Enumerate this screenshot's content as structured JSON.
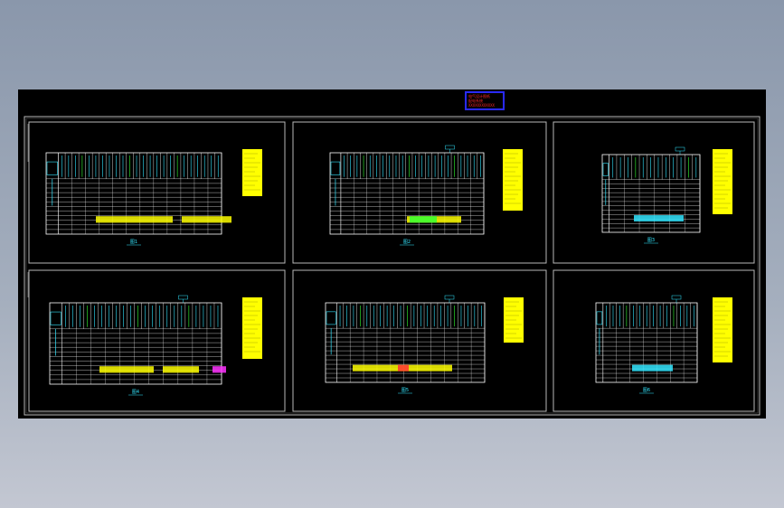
{
  "viewport": {
    "background_top": "#8a97ab",
    "background_bottom": "#c3c7d2",
    "canvas_background": "#000000"
  },
  "title_stamp": {
    "lines": [
      "电气设计图纸",
      "配电系统",
      "XXXXXXXXXXXX"
    ],
    "text_color": "#ff2a2a",
    "border_color": "#2a2aff"
  },
  "colors": {
    "frame": "#b8b8b8",
    "grid": "#ffffff",
    "cyan": "#33e6ff",
    "green": "#33ff33",
    "yellow": "#ffff00",
    "red": "#ff3333",
    "magenta": "#ff33ff"
  },
  "sheets": [
    {
      "id": "sheet-1",
      "columns": 24,
      "caption": "图1"
    },
    {
      "id": "sheet-2",
      "columns": 22,
      "caption": "图2"
    },
    {
      "id": "sheet-3",
      "columns": 12,
      "caption": "图3"
    },
    {
      "id": "sheet-4",
      "columns": 22,
      "caption": "图4"
    },
    {
      "id": "sheet-5",
      "columns": 22,
      "caption": "图5"
    },
    {
      "id": "sheet-6",
      "columns": 14,
      "caption": "图6"
    }
  ]
}
